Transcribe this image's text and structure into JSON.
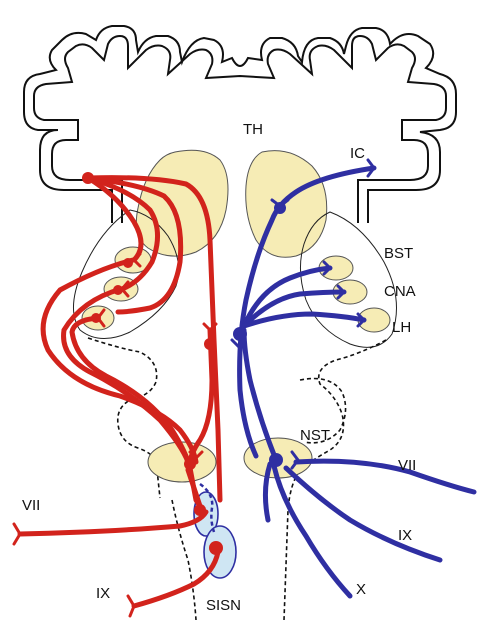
{
  "colors": {
    "afferent_red": "#d2231c",
    "central_blue": "#2f2fa2",
    "nucleus_fill": "#f6ecb5",
    "sisn_fill": "#cfe6f3",
    "outline": "#111111"
  },
  "labels": {
    "th": "TH",
    "ic": "IC",
    "bst": "BST",
    "cna": "CNA",
    "lh": "LH",
    "nst": "NST",
    "vii_right": "VII",
    "ix_right": "IX",
    "x_right": "X",
    "vii_left": "VII",
    "ix_left": "IX",
    "sisn": "SISN"
  }
}
